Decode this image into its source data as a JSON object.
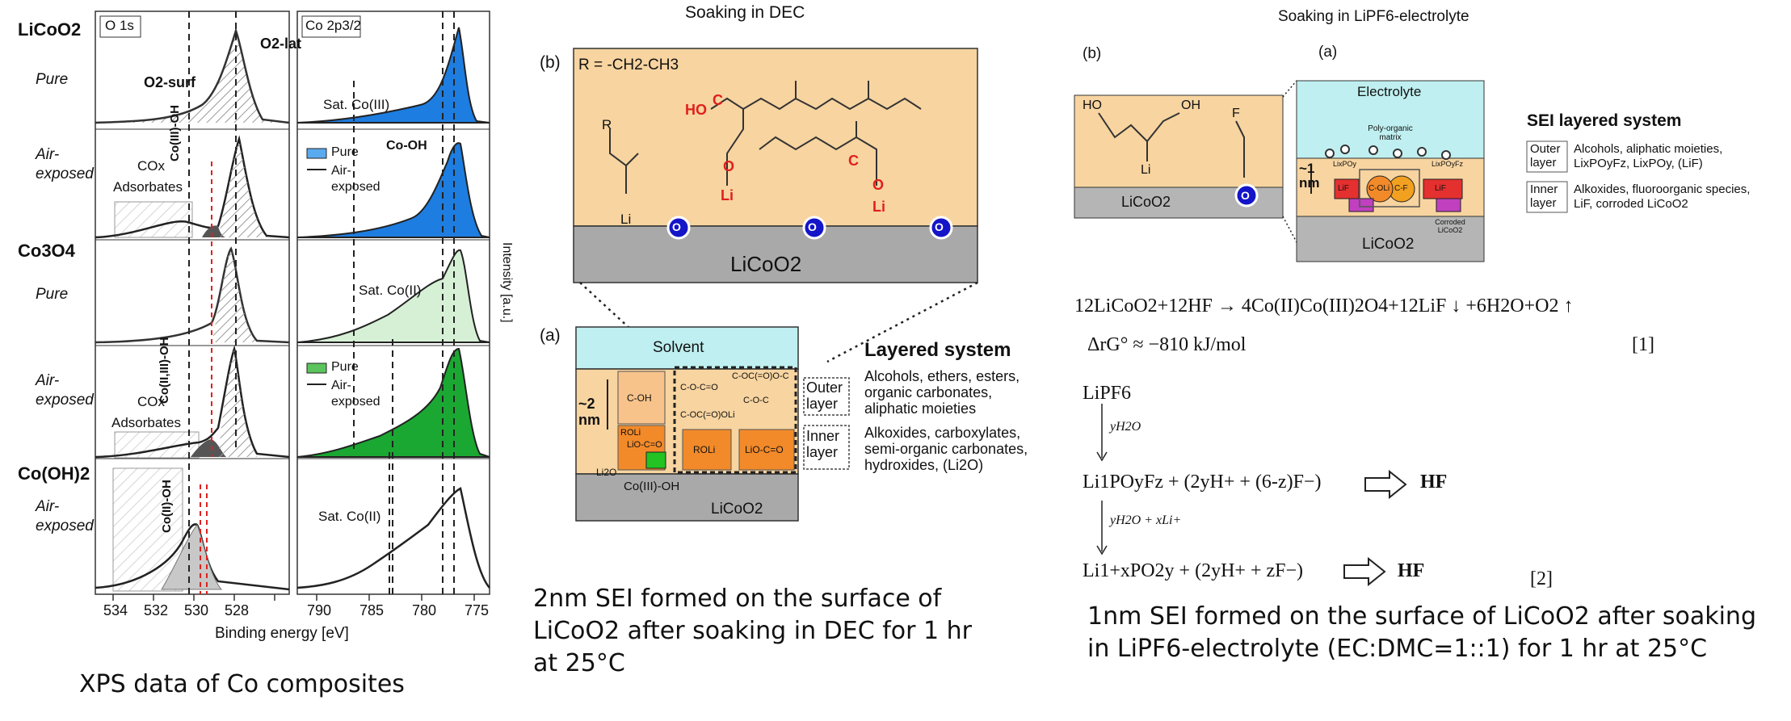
{
  "xps": {
    "samples": {
      "licoo2": "LiCoO2",
      "co3o4": "Co3O4",
      "cooh2": "Co(OH)2",
      "pure": "Pure",
      "air1": "Air-",
      "air2": "exposed"
    },
    "panel_o1s": "O 1s",
    "panel_co2p": "Co 2p3/2",
    "o_surf": "O2-surf",
    "o_lat": "O2-lat",
    "cox": "COx",
    "adsorbates": "Adsorbates",
    "co3oh": "Co(III)-OH",
    "co23oh": "Co(II,III)-OH",
    "co2oh": "Co(II)-OH",
    "sat_co3": "Sat. Co(III)",
    "sat_co2": "Sat. Co(II)",
    "co_oh": "Co-OH",
    "legend_pure": "Pure",
    "legend_air": "Air-",
    "legend_exposed": "exposed",
    "ylabel": "Intensity [a.u.]",
    "xlabel": "Binding energy [eV]",
    "o1s_ticks": [
      "534",
      "532",
      "530",
      "528"
    ],
    "co_ticks": [
      "790",
      "785",
      "780",
      "775"
    ],
    "colors": {
      "licoo2_fill": "#1e7de0",
      "co3o4_fill": "#d6f0d6",
      "co3o4_air_fill": "#1aa832",
      "hatch": "#8a8a8a",
      "red_dash": "#e0201c"
    }
  },
  "dec": {
    "title": "Soaking in DEC",
    "label_b": "(b)",
    "label_a": "(a)",
    "r_def": "R = -CH2-CH3",
    "o_atom": "O",
    "licoo2": "LiCoO2",
    "solvent": "Solvent",
    "nm": "~2",
    "nm_unit": "nm",
    "cells": [
      "C-OH",
      "C-O-C=O",
      "C-OC(=O)OLi",
      "C-OC(=O)O-C",
      "C-O-C",
      "ROLi",
      "LiO-C=O",
      "ROLi",
      "LiO-C=O",
      "Li2O",
      "Co(III)-OH"
    ],
    "layered_title": "Layered system",
    "outer": "Outer\nlayer",
    "outer_text": [
      "Alcohols, ethers, esters,",
      "organic carbonates,",
      "aliphatic moieties"
    ],
    "inner": "Inner\nlayer",
    "inner_text": [
      "Alkoxides, carboxylates,",
      "semi-organic carbonates,",
      "hydroxides, (Li2O)"
    ],
    "ho": "HO",
    "li": "Li",
    "r": "R"
  },
  "lipf6": {
    "title": "Soaking in LiPF6-electrolyte",
    "label_b": "(b)",
    "label_a": "(a)",
    "electrolyte": "Electrolyte",
    "licoo2": "LiCoO2",
    "nm": "~1",
    "nm_unit": "nm",
    "poly": "Poly-organic matrix",
    "cells": [
      "LiF",
      "C-OLi",
      "C-F",
      "LiF",
      "LixPOy",
      "LixPOyFz",
      "Corroded LiCoO2"
    ],
    "sei_title": "SEI layered system",
    "outer": "Outer\nlayer",
    "outer_text": [
      "Alcohols, aliphatic moieties,",
      "LixPOyFz, LixPOy, (LiF)"
    ],
    "inner": "Inner\nlayer",
    "inner_text": [
      "Alkoxides, fluoroorganic species,",
      "LiF, corroded  LiCoO2"
    ],
    "ho": "HO",
    "oh": "OH",
    "f": "F",
    "o_atom": "O",
    "li": "Li"
  },
  "equations": {
    "eq1": "12LiCoO2+12HF → 4Co(II)Co(III)2O4+12LiF ↓ +6H2O+O2 ↑",
    "eq1b": "ΔrG° ≈ −810 kJ/mol",
    "ref1": "[1]",
    "lipf6": "LiPF6",
    "yh2o": "yH2O",
    "yh2o_xli": "yH2O + xLi+",
    "line2": "Li1POyFz + (2yH+ + (6-z)F−)",
    "line3": "Li1+xPO2y + (2yH+ + zF−)",
    "hf": "HF",
    "ref2": "[2]"
  },
  "captions": {
    "xps": "XPS data of Co composites",
    "dec": [
      "2nm SEI formed on the surface of",
      "LiCoO2 after soaking in DEC for 1 hr",
      "at 25°C"
    ],
    "lipf6": [
      "1nm SEI formed on the surface of LiCoO2 after soaking",
      "in LiPF6-electrolyte (EC:DMC=1::1) for 1 hr at 25°C"
    ]
  }
}
